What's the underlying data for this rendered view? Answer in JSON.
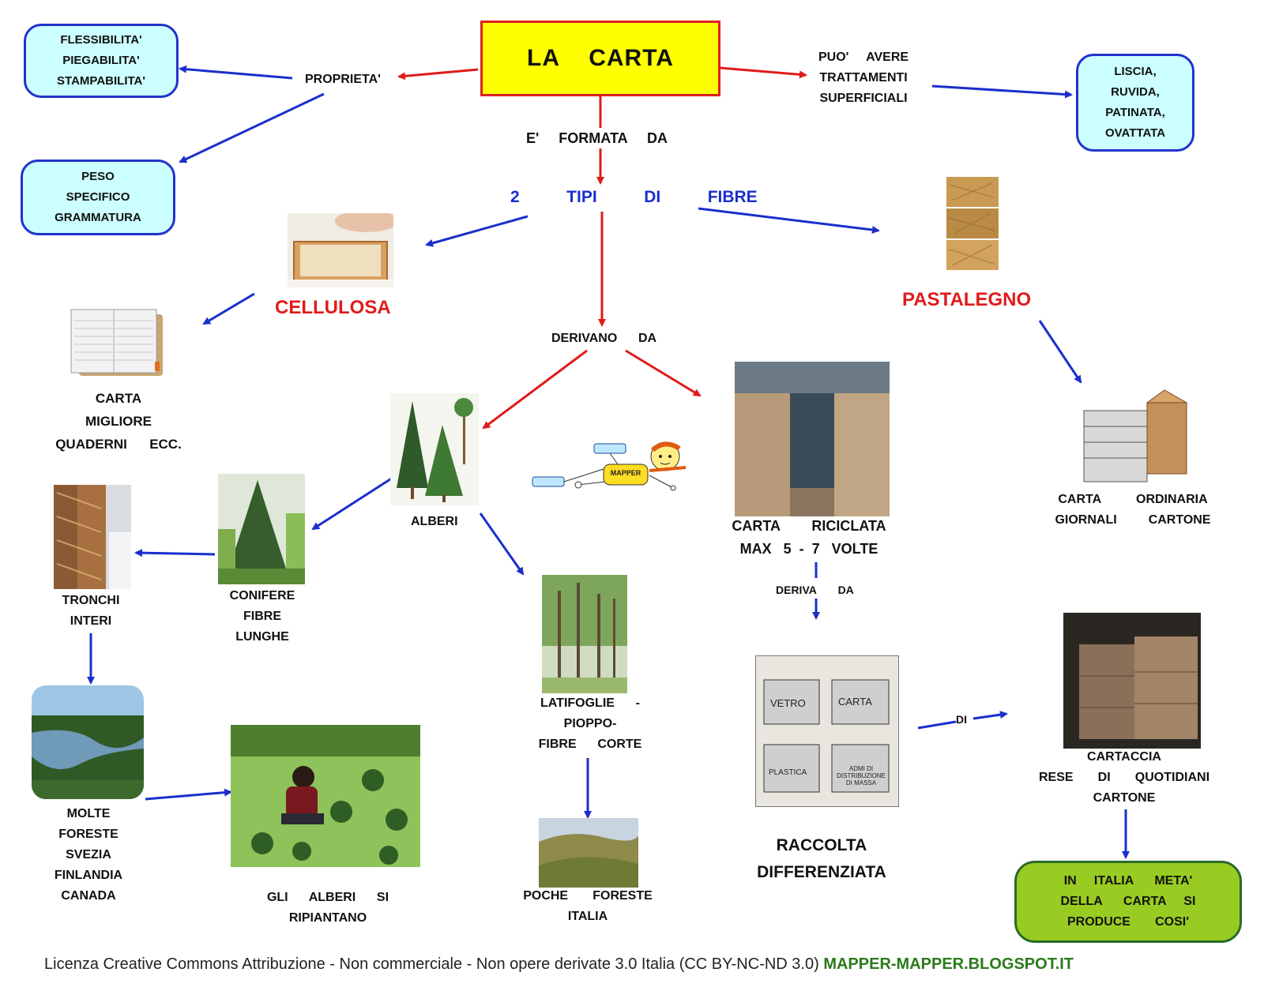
{
  "title": "LA    CARTA",
  "nodes": {
    "proprieta": "PROPRIETA'",
    "box_flessibilita": "FLESSIBILITA'\nPIEGABILITA'\nSTAMPABILITA'",
    "box_peso": "PESO\nSPECIFICO\nGRAMMATURA",
    "puo_avere": "PUO'     AVERE\nTRATTAMENTI\nSUPERFICIALI",
    "box_liscia": "LISCIA,\nRUVIDA,\nPATINATA,\nOVATTATA",
    "formata_da": "E'     FORMATA     DA",
    "tipi_fibre": "2   TIPI   DI   FIBRE",
    "cellulosa": "CELLULOSA",
    "pastalegno": "PASTALEGNO",
    "carta_migliore": "CARTA\nMIGLIORE\nQUADERNI      ECC.",
    "derivano_da": "DERIVANO      DA",
    "alberi": "ALBERI",
    "conifere": "CONIFERE\nFIBRE\nLUNGHE",
    "tronchi": "TRONCHI\nINTERI",
    "molte_foreste": "MOLTE\nFORESTE\nSVEZIA\nFINLANDIA\nCANADA",
    "ripiantano": "GLI      ALBERI      SI\nRIPIANTANO",
    "latifoglie": "LATIFOGLIE      -\nPIOPPO-\nFIBRE      CORTE",
    "poche_foreste": "POCHE       FORESTE\nITALIA",
    "carta_riciclata": "CARTA        RICICLATA\nMAX   5  -  7   VOLTE",
    "deriva_da": "DERIVA       DA",
    "raccolta": "RACCOLTA\nDIFFERENZIATA",
    "di": "DI",
    "carta_ordinaria": "CARTA          ORDINARIA\nGIORNALI         CARTONE",
    "cartaccia": "CARTACCIA\nRESE       DI       QUOTIDIANI\nCARTONE",
    "box_italia": "IN     ITALIA      META'\nDELLA      CARTA     SI\nPRODUCE       COSI'",
    "mapper_logo": "MAPPER",
    "bin_vetro": "VETRO",
    "bin_carta": "CARTA",
    "bin_plastica": "PLASTICA",
    "bin_altro": "ADMI DI\nDISTRIBUZIONE\nDI MASSA"
  },
  "footer": {
    "license": "Licenza Creative Commons Attribuzione - Non commerciale - Non opere derivate 3.0 Italia (CC BY-NC-ND 3.0) ",
    "link": "MAPPER-MAPPER.BLOGSPOT.IT"
  },
  "colors": {
    "arrow_red": "#e01b1b",
    "arrow_blue": "#1a2fcc",
    "title_bg": "#ffff00",
    "box_cyan": "#ccffff",
    "box_green": "#99cc22",
    "link_green": "#2a7a1a"
  }
}
